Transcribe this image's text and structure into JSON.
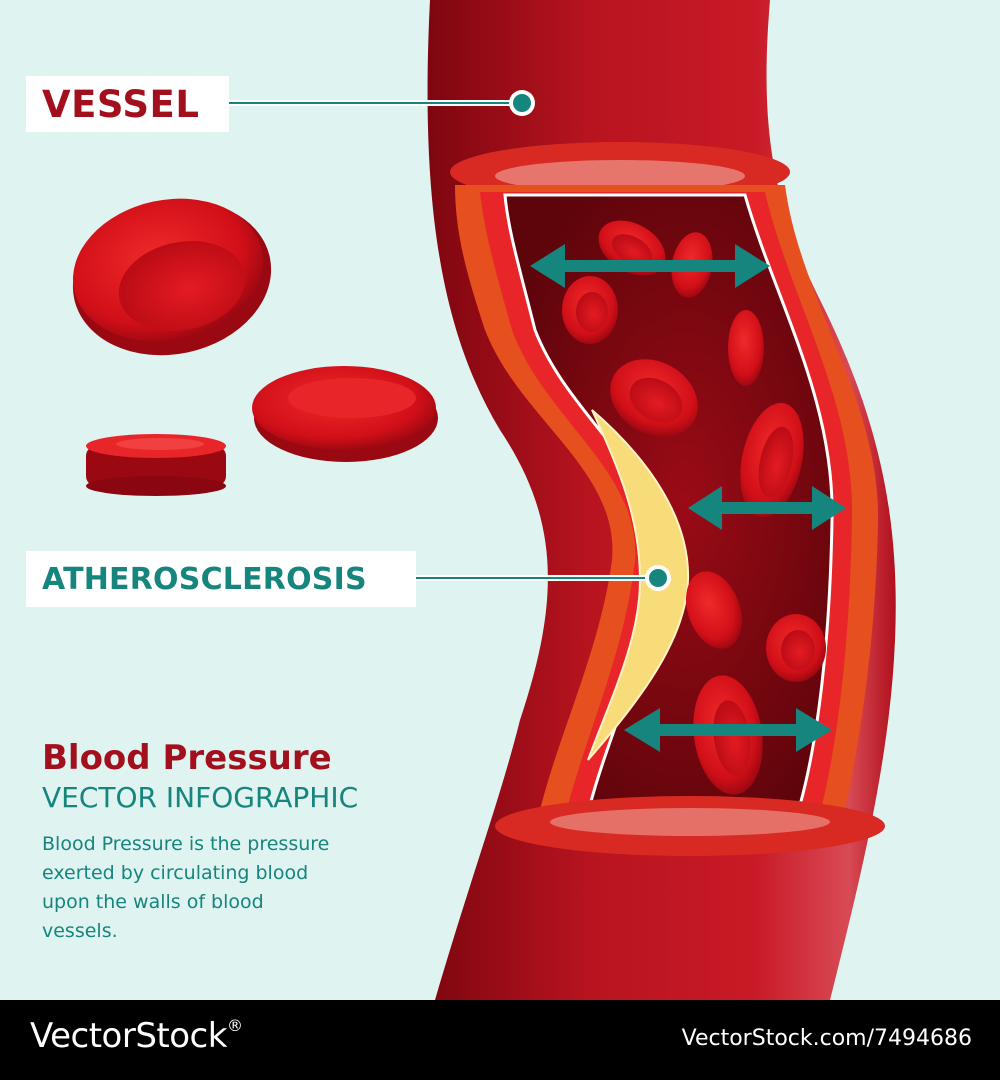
{
  "labels": {
    "vessel": "VESSEL",
    "atherosclerosis": "ATHEROSCLEROSIS"
  },
  "info": {
    "title": "Blood Pressure",
    "subtitle": "VECTOR INFOGRAPHIC",
    "body": "Blood Pressure is the pressure exerted by circulating blood upon the walls of blood vessels."
  },
  "footer": {
    "brand": "VectorStock",
    "brand_mark": "®",
    "image_id": "VectorStock.com/7494686"
  },
  "colors": {
    "background": "#dff3f1",
    "vessel_red": "#a3101d",
    "teal": "#16857d",
    "plaque": "#f9dc7a",
    "wall_orange": "#e5501e"
  },
  "icons": [
    "pressure-arrow-icon",
    "red-blood-cell-icon"
  ]
}
